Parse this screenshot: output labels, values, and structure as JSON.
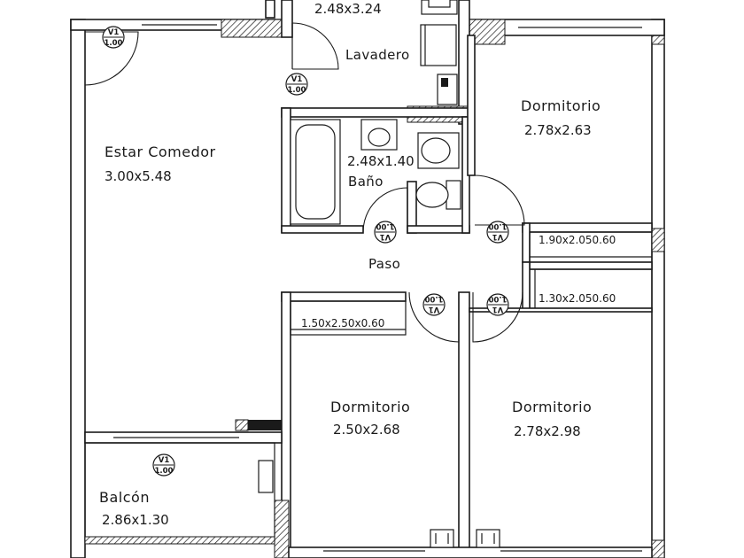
{
  "rooms": {
    "estar_comedor": {
      "name": "Estar Comedor",
      "dims": "3.00x5.48"
    },
    "lavadero": {
      "name": "Lavadero",
      "dims": "2.48x3.24"
    },
    "dormitorio_1": {
      "name": "Dormitorio",
      "dims": "2.78x2.63"
    },
    "bano": {
      "name": "Baño",
      "dims": "2.48x1.40"
    },
    "paso": {
      "name": "Paso"
    },
    "dormitorio_2": {
      "name": "Dormitorio",
      "dims": "2.50x2.68"
    },
    "dormitorio_3": {
      "name": "Dormitorio",
      "dims": "2.78x2.98"
    },
    "balcon": {
      "name": "Balcón",
      "dims": "2.86x1.30"
    }
  },
  "closets": {
    "closet_a": "1.90x2.050.60",
    "closet_b": "1.30x2.050.60",
    "closet_c": "1.50x2.50x0.60"
  },
  "door_tags": {
    "code": "V1",
    "value": "1.00",
    "balcon_value": "1.00"
  }
}
